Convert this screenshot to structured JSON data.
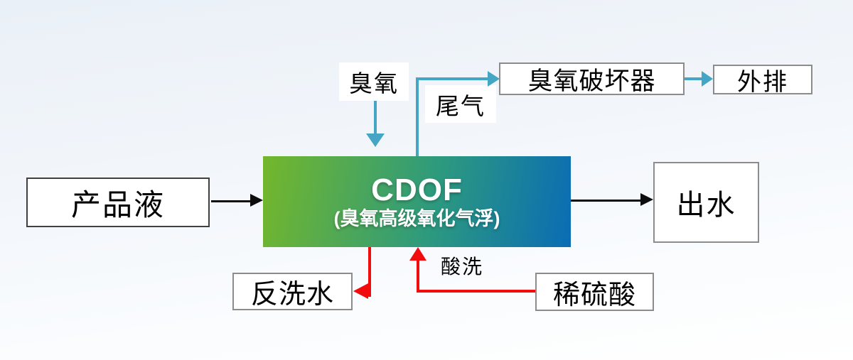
{
  "diagram": {
    "cdof": {
      "title": "CDOF",
      "subtitle": "(臭氧高级氧化气浮)"
    },
    "nodes": {
      "product": "产品液",
      "outlet": "出水",
      "destructor": "臭氧破坏器",
      "discharge": "外排",
      "backwash": "反洗水",
      "acid": "稀硫酸"
    },
    "labels": {
      "ozone": "臭氧",
      "tailgas": "尾气",
      "acidwash": "酸洗"
    }
  },
  "colors": {
    "teal": "#44A6C4",
    "red": "#F10D0D",
    "green": "#74B72B",
    "blue": "#0A6CB5",
    "arrow_black": "#0D0D0D",
    "border_gray": "#8C8C8C",
    "product_border": "#404040"
  }
}
